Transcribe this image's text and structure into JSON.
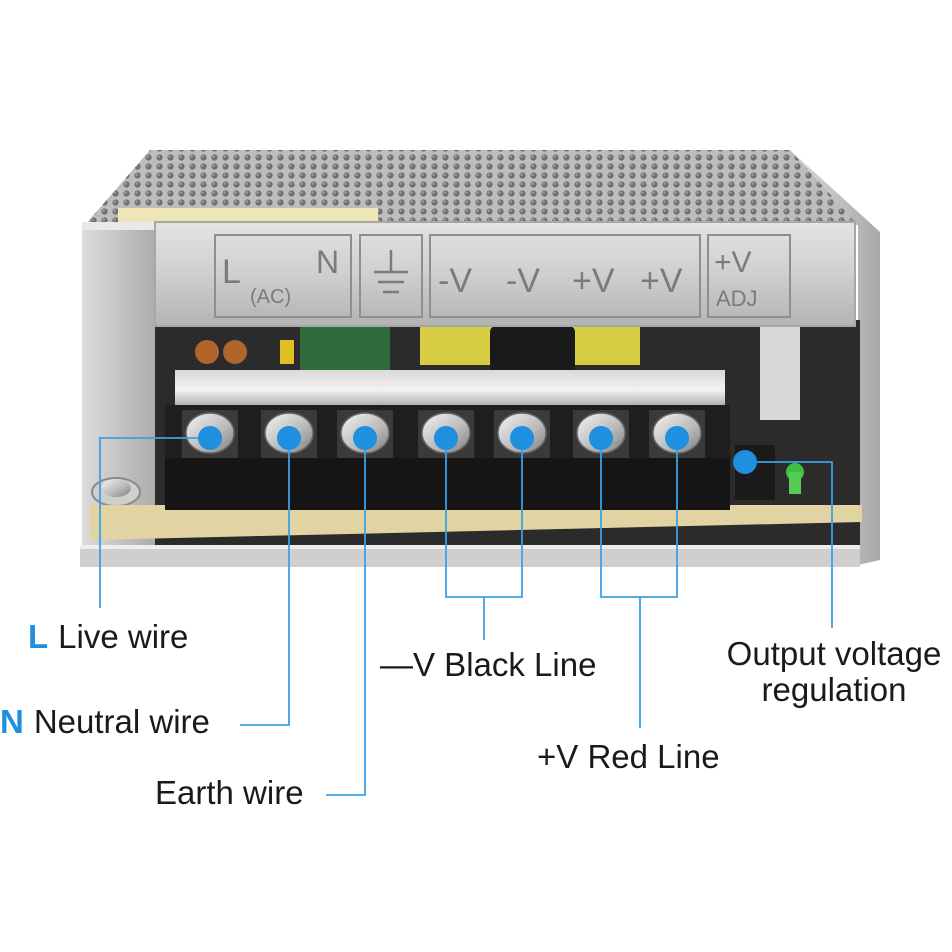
{
  "panel_labels": {
    "ac_top": "N",
    "ac_left": "L",
    "ac_sub": "(AC)",
    "v_minus_1": "-V",
    "v_minus_2": "-V",
    "v_plus_1": "+V",
    "v_plus_2": "+V",
    "adj_top": "+V",
    "adj_bottom": "ADJ"
  },
  "callouts": {
    "live": {
      "letter": "L",
      "text": "Live wire"
    },
    "neutral": {
      "letter": "N",
      "text": "Neutral wire"
    },
    "earth": {
      "text": "Earth wire"
    },
    "black_line": {
      "text": "—V Black Line"
    },
    "red_line": {
      "text": "+V Red Line"
    },
    "output_line1": "Output voltage",
    "output_line2": "regulation"
  },
  "colors": {
    "accent": "#1f8fe0",
    "line": "#3aa0e8",
    "terminal_block": "#1e1e1e",
    "casing": "#c9c9c9"
  }
}
